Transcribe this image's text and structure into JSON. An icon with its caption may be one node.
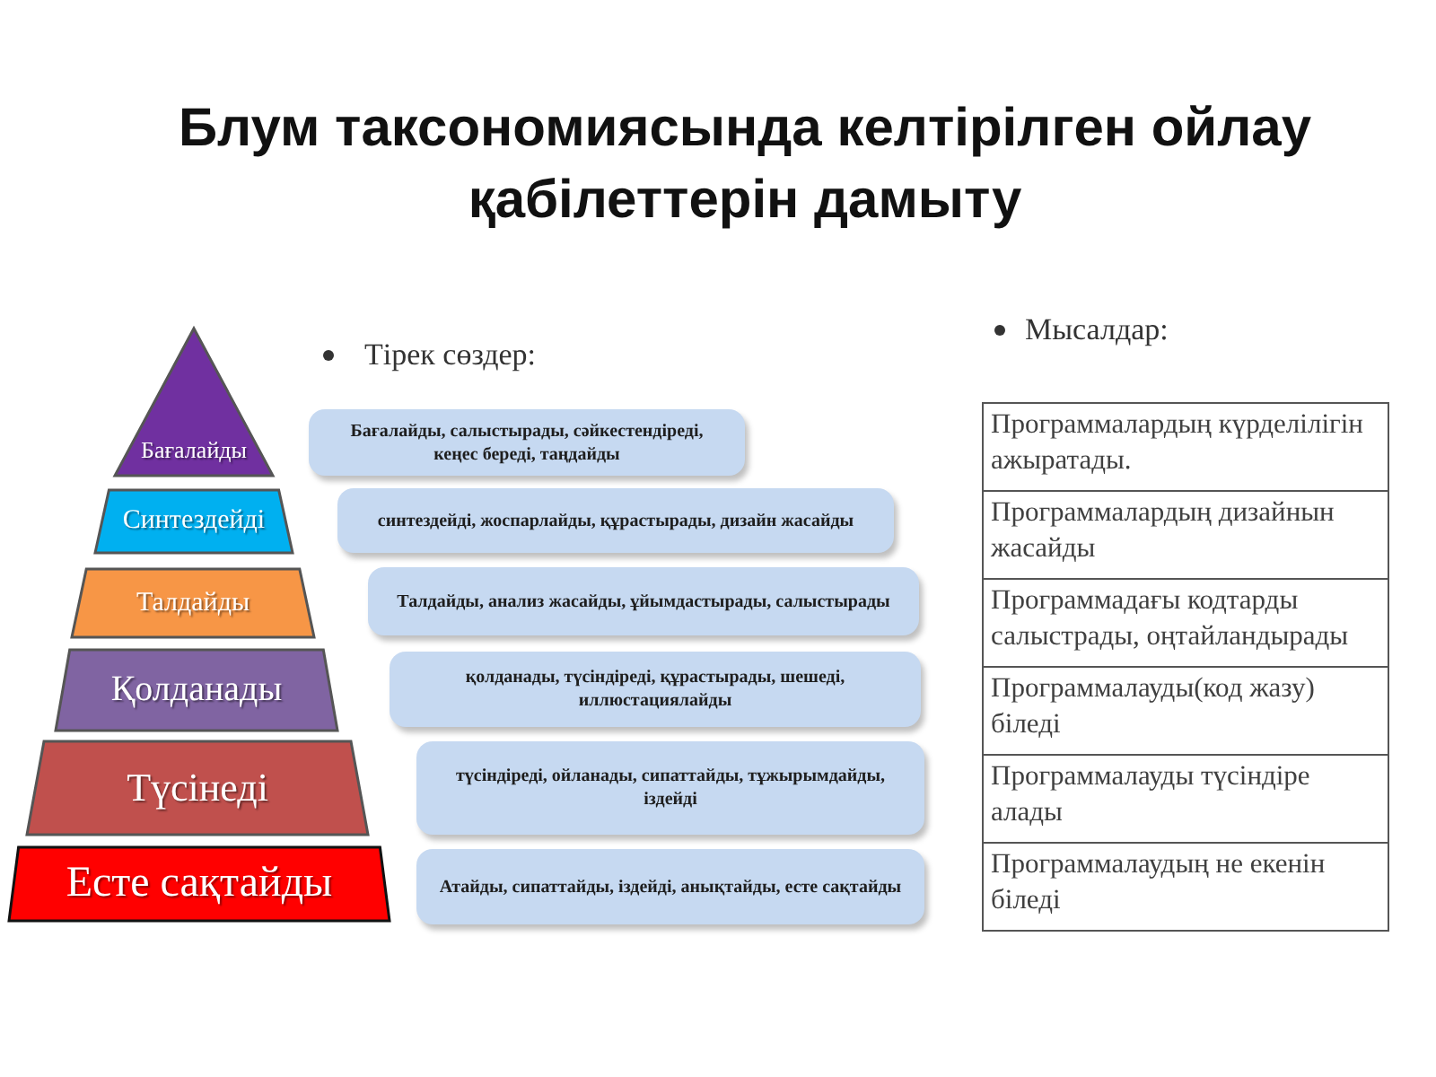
{
  "diagram": {
    "title": "Блум таксономиясында келтірілген ойлау қабілеттерін дамыту",
    "nodes": [
      {
        "text": [
          "Бағалайды"
        ]
      },
      {
        "text": [
          "Синтездейді"
        ]
      },
      {
        "text": [
          "Талдайды"
        ]
      },
      {
        "text": [
          "Қолданады"
        ]
      },
      {
        "text": [
          "Түсінеді"
        ]
      },
      {
        "text": [
          "Есте сақтайды"
        ]
      },
      {
        "text": [
          "Бағалайды, салыстырады, сәйкестендіреді, кеңес береді, таңдайды"
        ]
      },
      {
        "text": [
          "синтездейді, жоспарлайды, құрастырады, дизайн жасайды"
        ]
      },
      {
        "text": [
          "Талдайды, анализ жасайды, ұйымдастырады, салыстырады"
        ]
      },
      {
        "text": [
          "қолданады, түсіндіреді, құрастырады, шешеді, иллюстациялайды"
        ]
      },
      {
        "text": [
          "түсіндіреді, ойланады, сипаттайды, тұжырымдайды, іздейді"
        ]
      },
      {
        "text": [
          "Атайды, сипаттайды, іздейді, анықтайды, есте сақтайды"
        ]
      }
    ],
    "labels": [
      "Тірек сөздер:",
      "Мысалдар:",
      "Программалардың күрделілігін ажыратады.",
      "Программалардың дизайнын жасайды",
      "Программадағы кодтарды салыстрады, оңтайландырады",
      "Программалауды(код жазу) біледі",
      "Программалауды түсіндіре алады",
      "Программалаудың не екенін біледі"
    ]
  }
}
